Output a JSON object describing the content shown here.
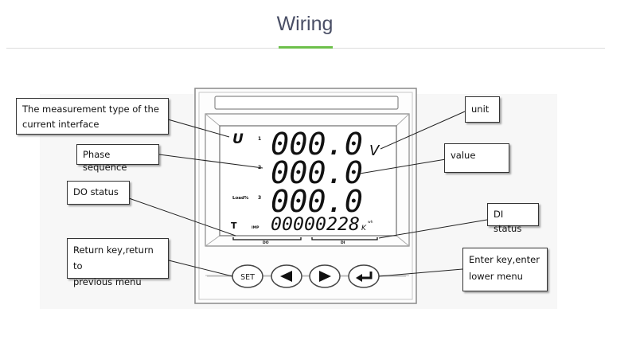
{
  "page": {
    "title": "Wiring",
    "colors": {
      "accent": "#6cc04a",
      "title": "#4a4f66"
    }
  },
  "meter": {
    "symbols": {
      "type": "U",
      "phase_1": "1",
      "phase_2": "2",
      "phase_3": "3",
      "load": "Load%",
      "total": "T",
      "imp": "IMP",
      "unit": "V",
      "energy_unit": "K",
      "energy_unit_sup": "wh",
      "do_label": "DO",
      "di_label": "DI"
    },
    "rows": [
      "000.0",
      "000.0",
      "000.0"
    ],
    "energy": "00000228",
    "keys": {
      "set": "SET",
      "left_icon": "left-triangle-icon",
      "right_icon": "right-triangle-icon",
      "enter_icon": "enter-arrow-icon"
    }
  },
  "callouts": {
    "measurement_type_1": "The measurement type of the",
    "measurement_type_2": "current interface",
    "phase_sequence": "Phase sequence",
    "do_status": "DO status",
    "return_key_1": "Return key,return to",
    "return_key_2": "previous menu",
    "unit": "unit",
    "value": "value",
    "di_status": "DI status",
    "enter_key_1": "Enter key,enter",
    "enter_key_2": "lower menu"
  }
}
